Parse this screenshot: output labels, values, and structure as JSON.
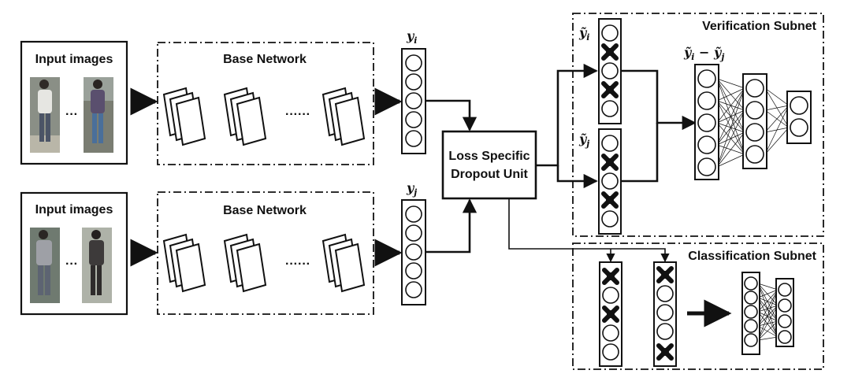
{
  "left": {
    "input_label_top": "Input images",
    "input_label_bottom": "Input images",
    "image_ellipsis_top": "···",
    "image_ellipsis_bottom": "···",
    "base_network_top": "Base Network",
    "base_network_bottom": "Base Network",
    "stack_ellipsis_top": "······",
    "stack_ellipsis_bottom": "······"
  },
  "features": {
    "yi": "y",
    "yi_sub": "i",
    "yj": "y",
    "yj_sub": "j"
  },
  "dropout_unit": {
    "line1": "Loss Specific",
    "line2": "Dropout Unit"
  },
  "verification": {
    "title": "Verification Subnet",
    "yi_tilde": "ỹ",
    "yi_sub": "i",
    "yj_tilde": "ỹ",
    "yj_sub": "j",
    "diff_a": "ỹ",
    "diff_a_sub": "i",
    "diff_minus": " − ",
    "diff_b": "ỹ",
    "diff_b_sub": "j"
  },
  "classification": {
    "title": "Classification Subnet"
  },
  "colors": {
    "ink": "#111111",
    "background": "#ffffff",
    "photo_tones": [
      "#6f7a70",
      "#8a8f86",
      "#5a4f6e",
      "#3d3a3a"
    ]
  },
  "icons": [
    "dropout-cross-icon",
    "arrow-icon",
    "neuron-icon",
    "feature-map-icon"
  ]
}
